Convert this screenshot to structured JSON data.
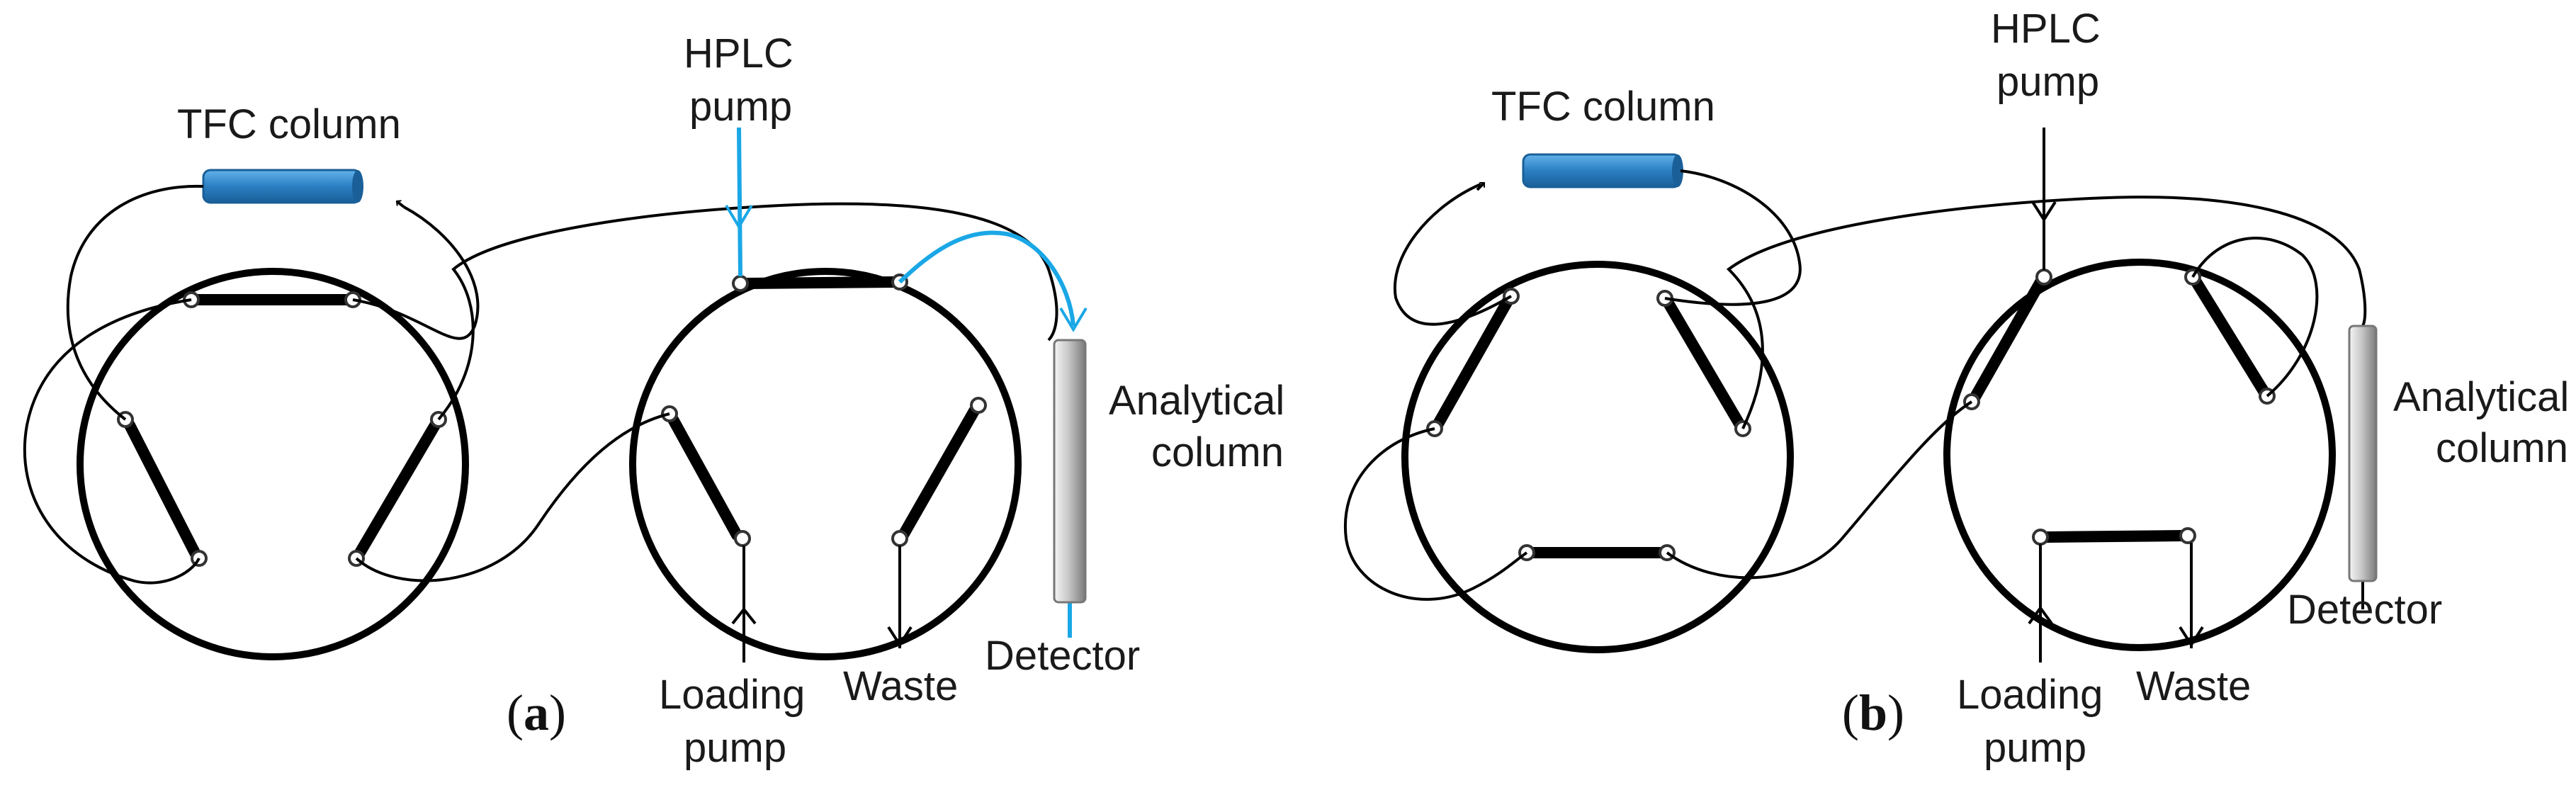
{
  "colors": {
    "flow_highlight": "#1aa7e6",
    "tfc_column_fill": "#2a7fc2",
    "tfc_column_dark": "#1a5f98",
    "analytical_column": "#b9b9b9",
    "ink": "#000000"
  },
  "panel_a": {
    "tfc_label": "TFC column",
    "hplc_label_line1": "HPLC",
    "hplc_label_line2": "pump",
    "analytical_label_line1": "Analytical",
    "analytical_label_line2": "column",
    "detector_label": "Detector",
    "loading_label_line1": "Loading",
    "loading_label_line2": "pump",
    "waste_label": "Waste",
    "panel_paren_open": "(",
    "panel_letter": "a",
    "panel_paren_close": ")"
  },
  "panel_b": {
    "tfc_label": "TFC column",
    "hplc_label_line1": "HPLC",
    "hplc_label_line2": "pump",
    "analytical_label_line1": "Analytical",
    "analytical_label_line2": "column",
    "detector_label": "Detector",
    "loading_label_line1": "Loading",
    "loading_label_line2": "pump",
    "waste_label": "Waste",
    "panel_paren_open": "(",
    "panel_letter": "b",
    "panel_paren_close": ")"
  }
}
